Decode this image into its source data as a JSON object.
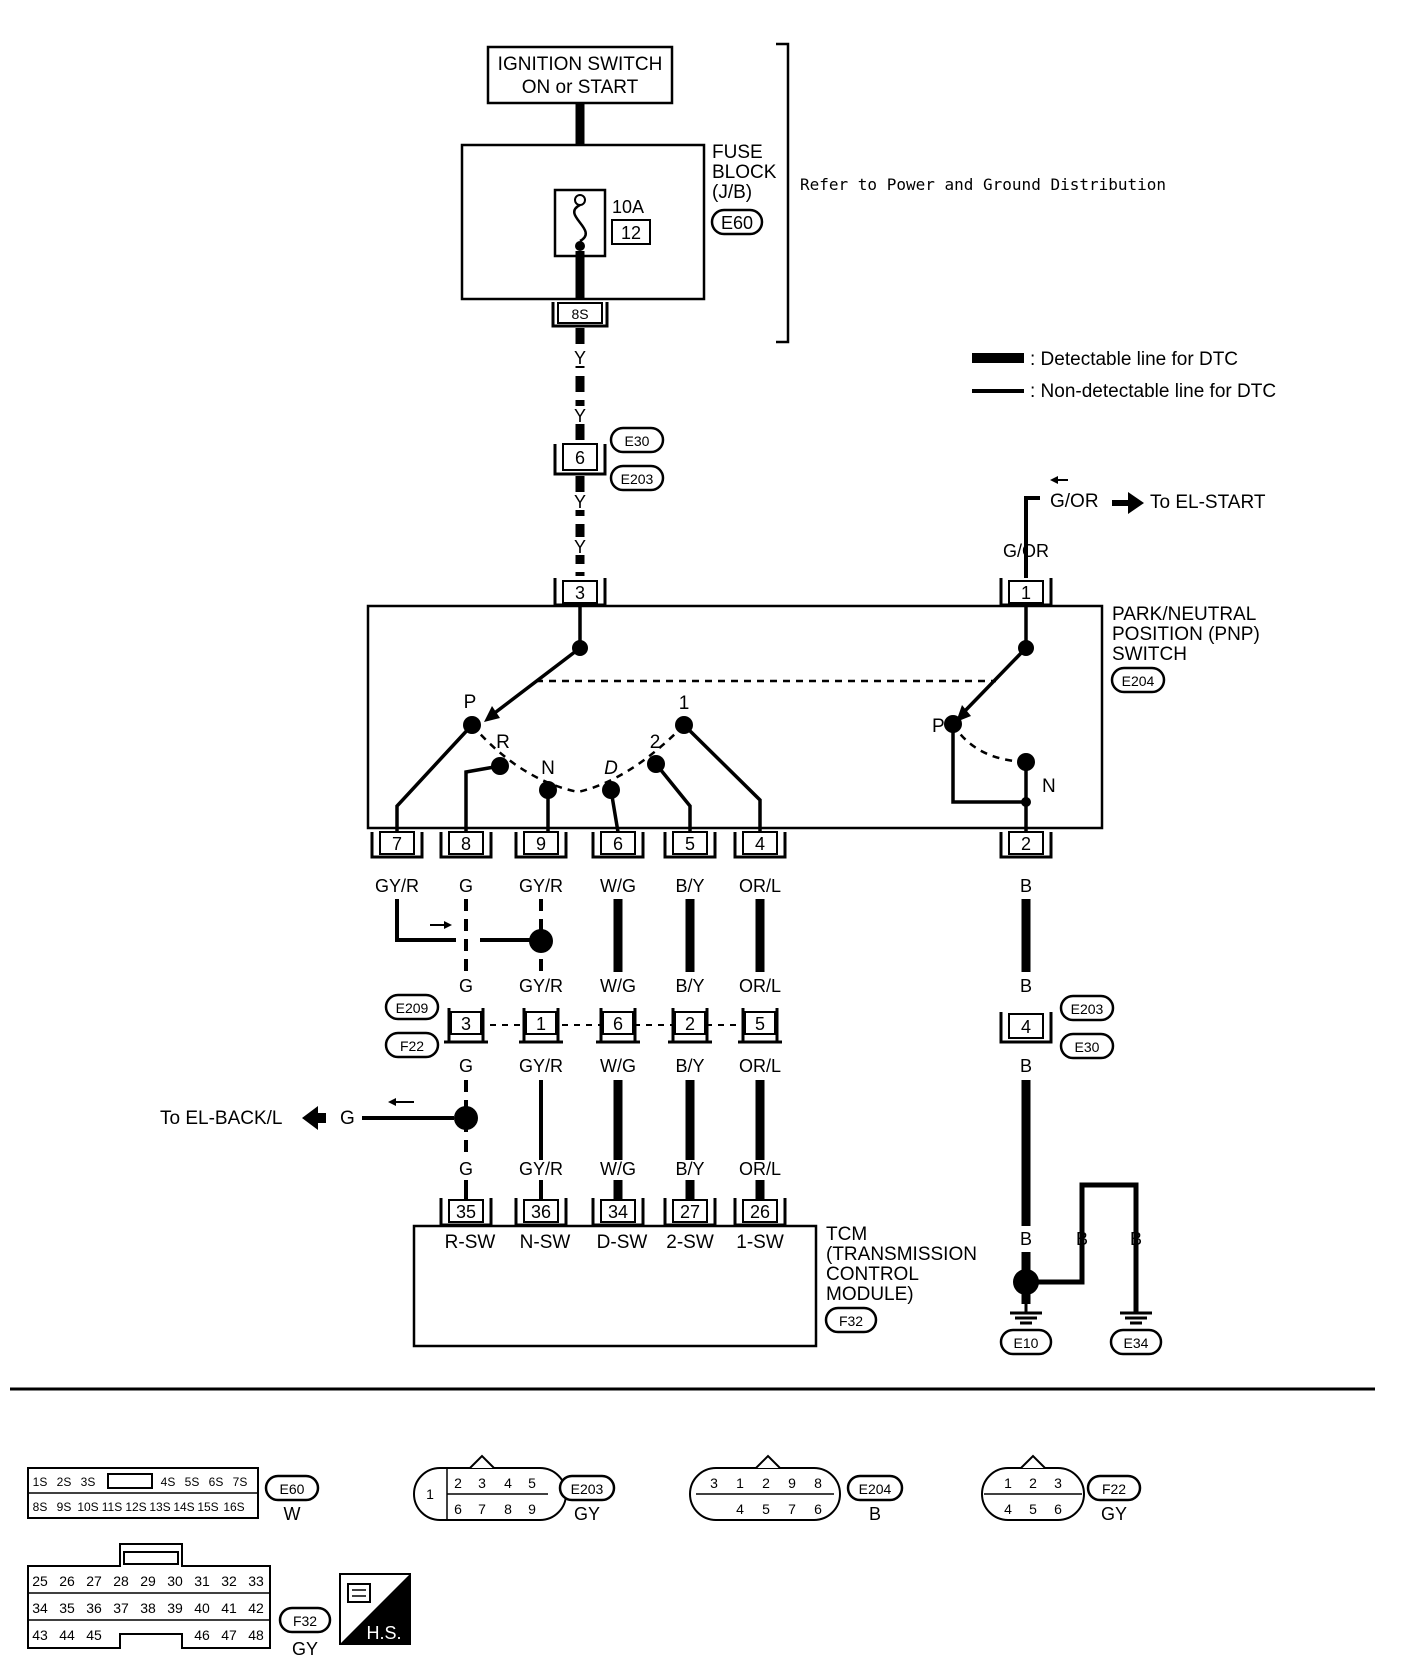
{
  "ignition": {
    "line1": "IGNITION SWITCH",
    "line2": "ON or START"
  },
  "fuse_block": {
    "line1": "FUSE",
    "line2": "BLOCK",
    "line3": "(J/B)",
    "connector": "E60",
    "fuse_rating": "10A",
    "fuse_number": "12",
    "terminal": "8S"
  },
  "refer_note": "Refer to Power and Ground Distribution",
  "legend": {
    "detectable": ": Detectable line for DTC",
    "non_detectable": ": Non-detectable line for DTC"
  },
  "wire_top": {
    "y1": "Y",
    "y2": "Y",
    "y3": "Y",
    "y4": "Y",
    "terminal": "6",
    "conn_a": "E30",
    "conn_b": "E203"
  },
  "start_link": {
    "wire": "G/OR",
    "dest": "To EL-START",
    "wire2": "G/OR"
  },
  "pnp": {
    "line1": "PARK/NEUTRAL",
    "line2": "POSITION (PNP)",
    "line3": "SWITCH",
    "connector": "E204",
    "top_terminal_left": "3",
    "top_terminal_right": "1",
    "pos_p": "P",
    "pos_r": "R",
    "pos_n": "N",
    "pos_d": "D",
    "pos_2": "2",
    "pos_1": "1",
    "pos_p_right": "P",
    "pos_n_right": "N",
    "bottom_terminals": [
      "7",
      "8",
      "9",
      "6",
      "5",
      "4"
    ],
    "bottom_terminal_right": "2"
  },
  "wires_upper": [
    "GY/R",
    "G",
    "GY/R",
    "W/G",
    "B/Y",
    "OR/L"
  ],
  "wire_upper_right": "B",
  "wires_mid": [
    "G",
    "GY/R",
    "W/G",
    "B/Y",
    "OR/L"
  ],
  "wire_mid_right": "B",
  "mid_connector": {
    "conn_a": "E209",
    "conn_b": "F22",
    "terminals": [
      "3",
      "1",
      "6",
      "2",
      "5"
    ]
  },
  "right_connector": {
    "terminal": "4",
    "conn_a": "E203",
    "conn_b": "E30",
    "wire_below": "B"
  },
  "wires_low": [
    "G",
    "GY/R",
    "W/G",
    "B/Y",
    "OR/L"
  ],
  "back_link": {
    "dest": "To EL-BACK/L",
    "wire": "G"
  },
  "wires_tcm": [
    "G",
    "GY/R",
    "W/G",
    "B/Y",
    "OR/L"
  ],
  "tcm": {
    "terminals": [
      "35",
      "36",
      "34",
      "27",
      "26"
    ],
    "pins": [
      "R-SW",
      "N-SW",
      "D-SW",
      "2-SW",
      "1-SW"
    ],
    "line1": "TCM",
    "line2": "(TRANSMISSION",
    "line3": "CONTROL",
    "line4": "MODULE)",
    "connector": "F32"
  },
  "ground": {
    "b1": "B",
    "b2": "B",
    "b3": "B",
    "g1": "E10",
    "g2": "E34"
  },
  "conn_views": {
    "e60": {
      "row1": [
        "1S",
        "2S",
        "3S",
        "",
        "4S",
        "5S",
        "6S",
        "7S"
      ],
      "row2": [
        "8S",
        "9S",
        "10S",
        "11S",
        "12S",
        "13S",
        "14S",
        "15S",
        "16S"
      ],
      "name": "E60",
      "color": "W"
    },
    "e203": {
      "single": "1",
      "row1": [
        "2",
        "3",
        "4",
        "5"
      ],
      "row2": [
        "6",
        "7",
        "8",
        "9"
      ],
      "name": "E203",
      "color": "GY"
    },
    "e204": {
      "row1": [
        "3",
        "1",
        "2",
        "9",
        "8"
      ],
      "row2": [
        "4",
        "5",
        "7",
        "6"
      ],
      "name": "E204",
      "color": "B"
    },
    "f22": {
      "row1": [
        "1",
        "2",
        "3"
      ],
      "row2": [
        "4",
        "5",
        "6"
      ],
      "name": "F22",
      "color": "GY"
    },
    "f32": {
      "row1": [
        "25",
        "26",
        "27",
        "28",
        "29",
        "30",
        "31",
        "32",
        "33"
      ],
      "row2": [
        "34",
        "35",
        "36",
        "37",
        "38",
        "39",
        "40",
        "41",
        "42"
      ],
      "row3": [
        "43",
        "44",
        "45",
        "46",
        "47",
        "48"
      ],
      "name": "F32",
      "color": "GY"
    },
    "hs": "H.S."
  }
}
